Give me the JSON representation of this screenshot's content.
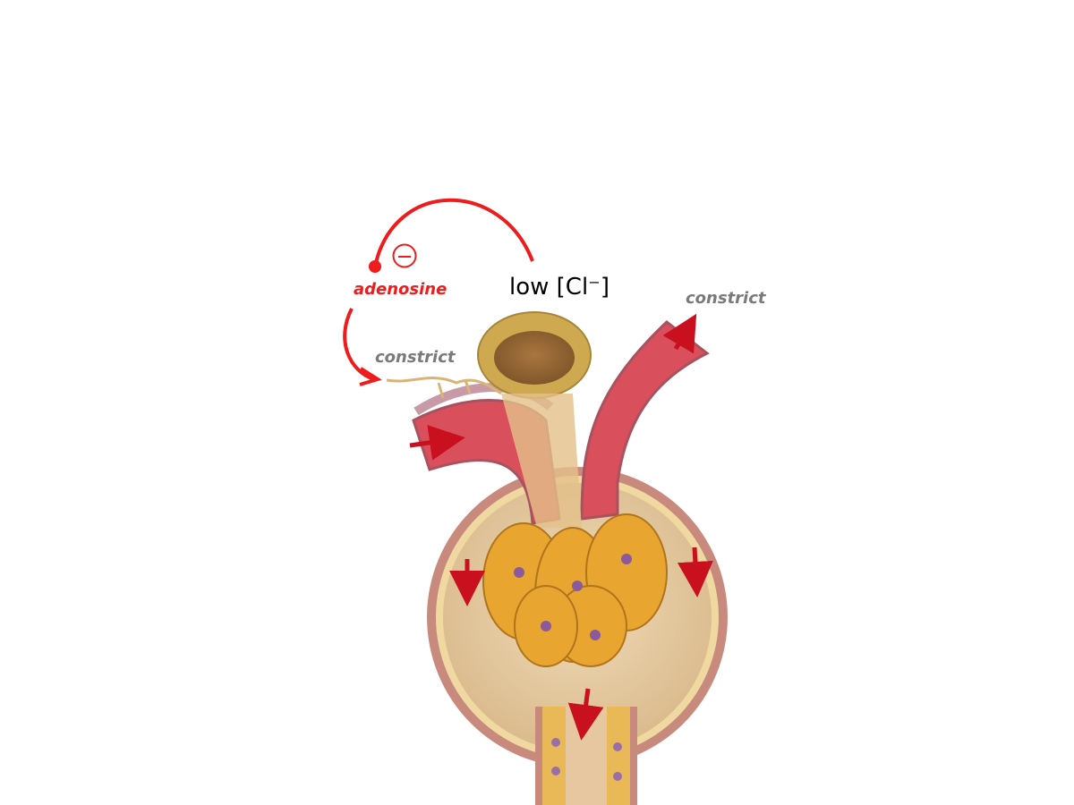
{
  "labels": {
    "adenosine": "adenosine",
    "low_chloride": "low [Cl⁻]",
    "constrict_efferent": "constrict",
    "constrict_afferent": "constrict",
    "inhibit_symbol": "−"
  },
  "colors": {
    "signal_red": "#ee1c1c",
    "label_gray": "#7a7a7a",
    "vessel_red": "#d9505c",
    "tuft_yellow": "#e8a530",
    "capsule_tan": "#e6cfa6"
  }
}
